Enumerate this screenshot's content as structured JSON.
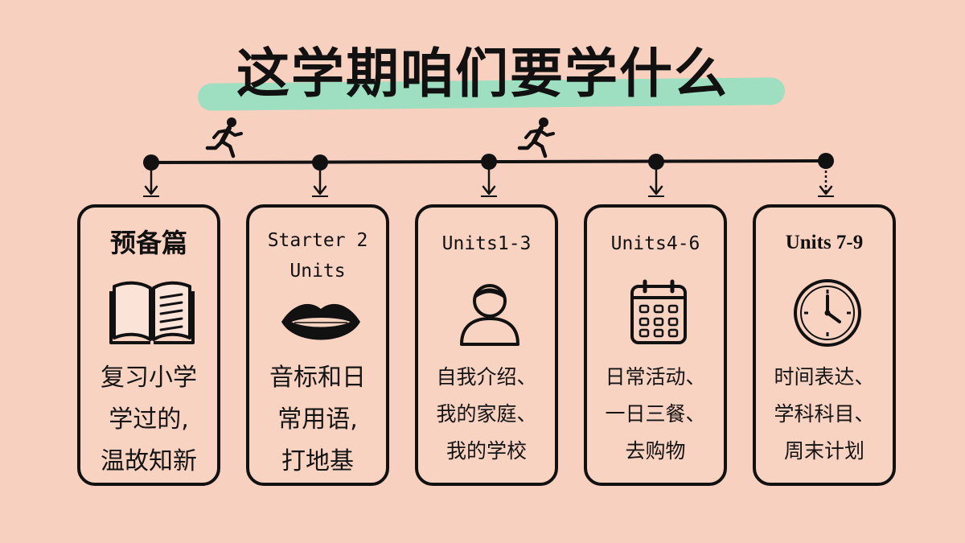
{
  "title": "这学期咱们要学什么",
  "colors": {
    "background": "#f8d0bf",
    "highlight": "#98dfc0",
    "ink": "#111111"
  },
  "cards": [
    {
      "title_lines": [
        "预备篇"
      ],
      "icon": "open-book-icon",
      "body_lines": [
        "复习小学",
        "学过的,",
        "温故知新"
      ]
    },
    {
      "title_lines": [
        "Starter 2",
        "Units"
      ],
      "icon": "lips-icon",
      "body_lines": [
        "音标和日",
        "常用语,",
        "打地基"
      ]
    },
    {
      "title_lines": [
        "Units1-3"
      ],
      "icon": "person-icon",
      "body_lines": [
        "自我介绍、",
        "我的家庭、",
        "我的学校"
      ]
    },
    {
      "title_lines": [
        "Units4-6"
      ],
      "icon": "calendar-icon",
      "body_lines": [
        "日常活动、",
        "一日三餐、",
        "去购物"
      ]
    },
    {
      "title_lines": [
        "Units 7-9"
      ],
      "icon": "clock-icon",
      "body_lines": [
        "时间表达、",
        "学科科目、",
        "周末计划"
      ]
    }
  ],
  "decorations": [
    "running-person-icon",
    "running-person-icon"
  ]
}
